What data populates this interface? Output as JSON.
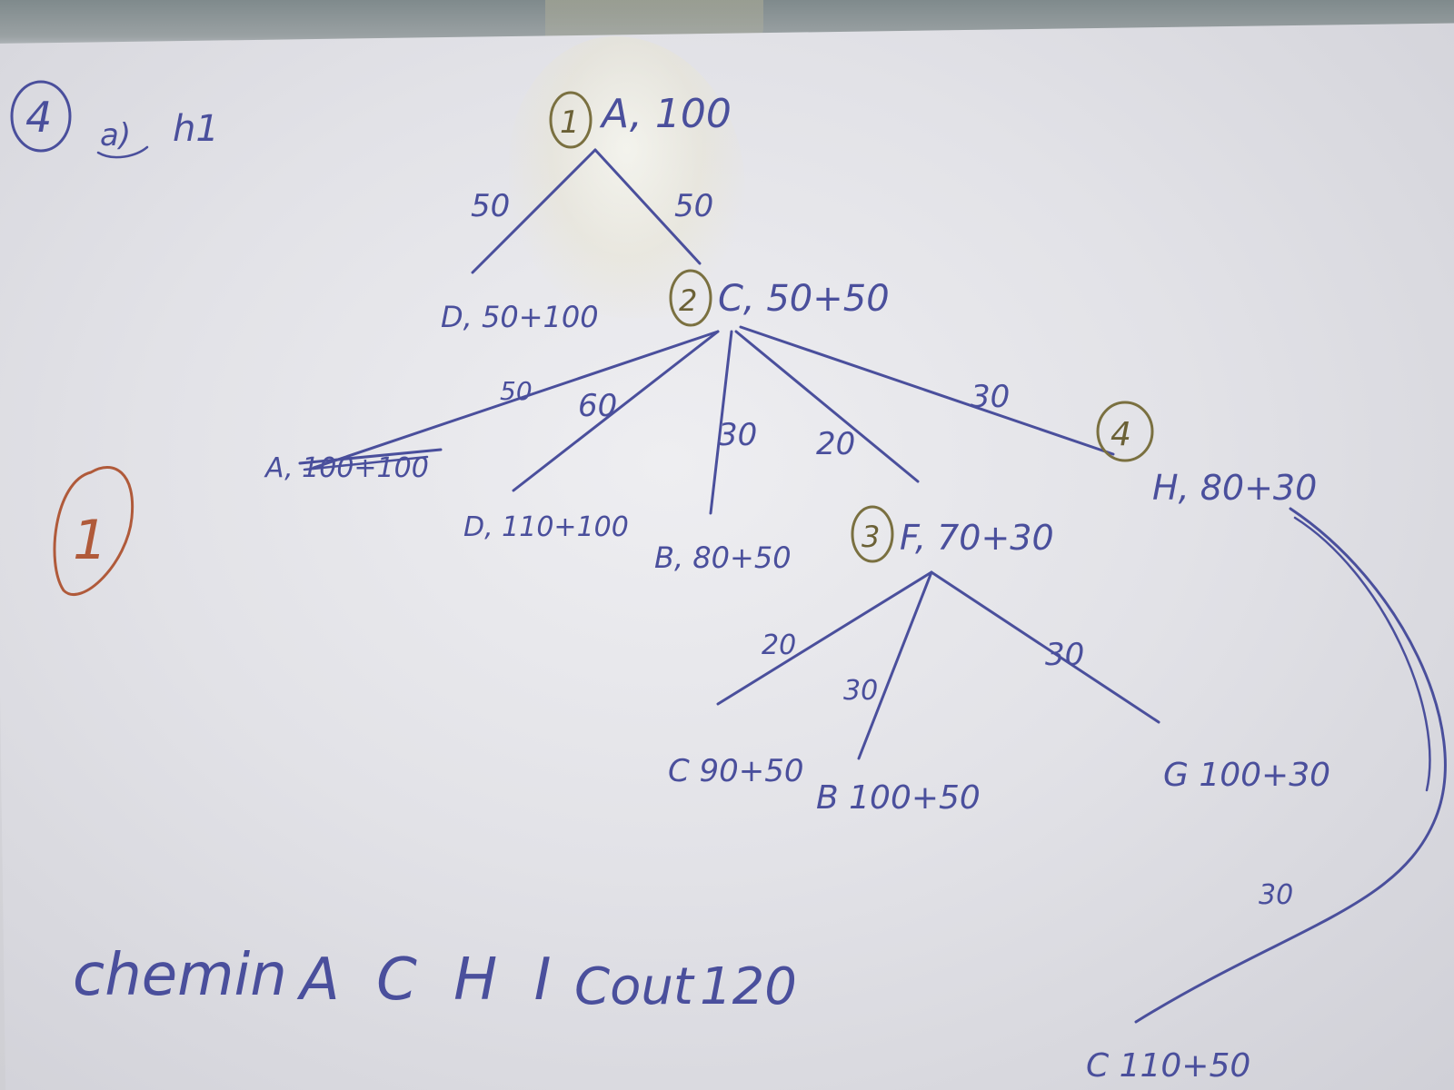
{
  "header": {
    "question_number": "4",
    "part_label": "a)",
    "heuristic_label": "h1"
  },
  "margin_note": "1",
  "tree": {
    "root": {
      "order": "1",
      "label": "A, 100"
    },
    "edges": {
      "a_d": "50",
      "a_c": "50",
      "c_a": "50",
      "c_d": "60",
      "c_b": "30",
      "c_f": "20",
      "c_h": "30",
      "f_c": "20",
      "f_b": "30",
      "f_g": "30",
      "h_c": "30"
    },
    "nodes": {
      "d1": {
        "label": "D, 50+100"
      },
      "c": {
        "order": "2",
        "label": "C, 50+50"
      },
      "a2": {
        "label": "A, 100+100"
      },
      "d2": {
        "label": "D, 110+100"
      },
      "b1": {
        "label": "B, 80+50"
      },
      "f": {
        "order": "3",
        "label": "F, 70+30"
      },
      "h": {
        "order": "4",
        "label": "H, 80+30"
      },
      "c2": {
        "label": "C 90+50"
      },
      "b2": {
        "label": "B 100+50"
      },
      "g": {
        "label": "G 100+30"
      },
      "c3": {
        "label": "C 110+50"
      }
    }
  },
  "result": {
    "path_word": "chemin",
    "path": "A C H I",
    "cost_word": "Cout",
    "cost": "120"
  },
  "colors": {
    "ink": "#4a4f9c",
    "olive_circles": "#7a7040",
    "red_circle": "#b05a3a",
    "paper": "#e2e2e7"
  }
}
